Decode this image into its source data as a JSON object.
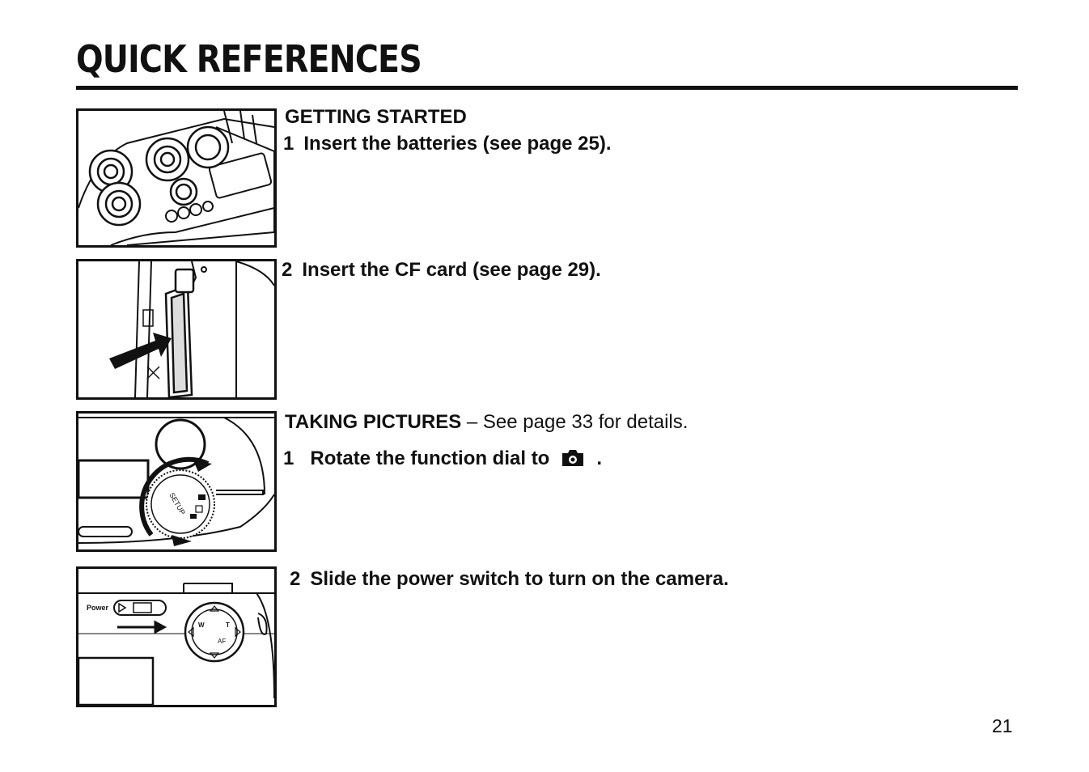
{
  "header": {
    "title": "QUICK REFERENCES"
  },
  "getting_started": {
    "heading": "GETTING STARTED",
    "steps": [
      {
        "number": "1",
        "text": "Insert the batteries (see page 25)."
      },
      {
        "number": "2",
        "text": "Insert the CF card (see page 29)."
      }
    ]
  },
  "taking_pictures": {
    "heading": "TAKING PICTURES",
    "subtitle": "– See page 33 for details.",
    "steps": [
      {
        "number": "1",
        "text": "Rotate the function dial to",
        "icon": "camera-icon",
        "suffix": "."
      },
      {
        "number": "2",
        "text": "Slide the power switch to turn on the camera."
      }
    ]
  },
  "figure_labels": {
    "dial_setup": "SETUP",
    "power": "Power",
    "zoom_w": "W",
    "zoom_t": "T",
    "af": "AF"
  },
  "footer": {
    "page_number": "21"
  }
}
